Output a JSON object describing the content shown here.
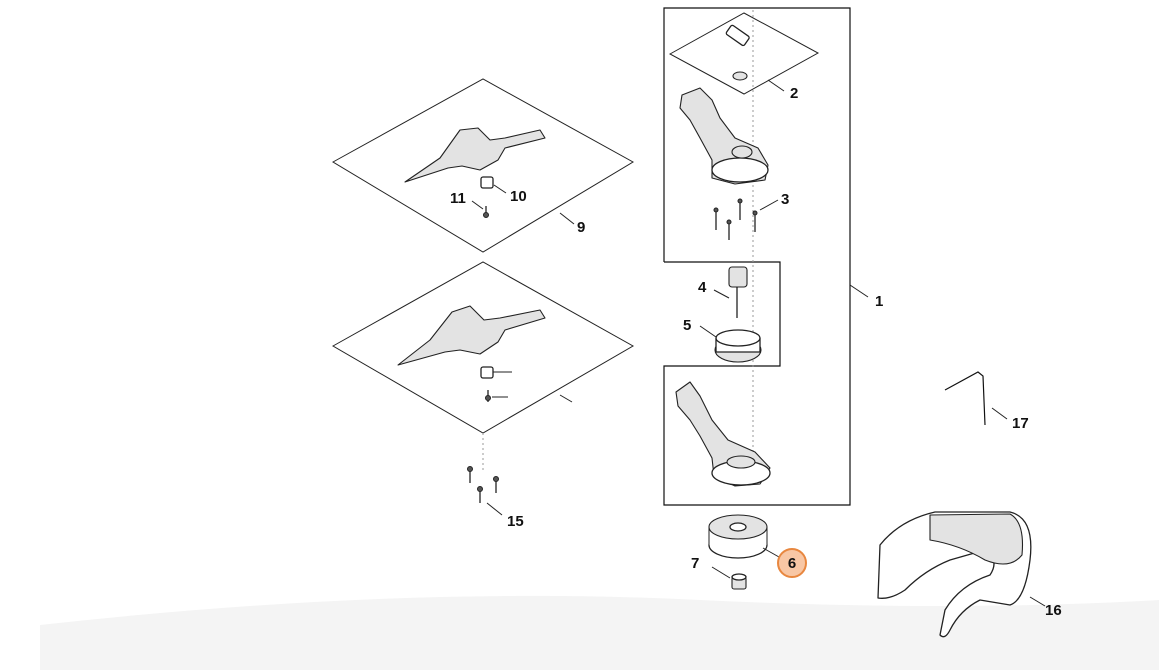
{
  "callouts": {
    "c1": "1",
    "c2": "2",
    "c3": "3",
    "c4": "4",
    "c5": "5",
    "c6": "6",
    "c7": "7",
    "c9": "9",
    "c10": "10",
    "c11": "11",
    "c15": "15",
    "c16": "16",
    "c17": "17"
  },
  "colors": {
    "highlight_fill": "#f8c7a5",
    "highlight_stroke": "#e8873f",
    "line": "#111111"
  },
  "highlighted_part": "6"
}
